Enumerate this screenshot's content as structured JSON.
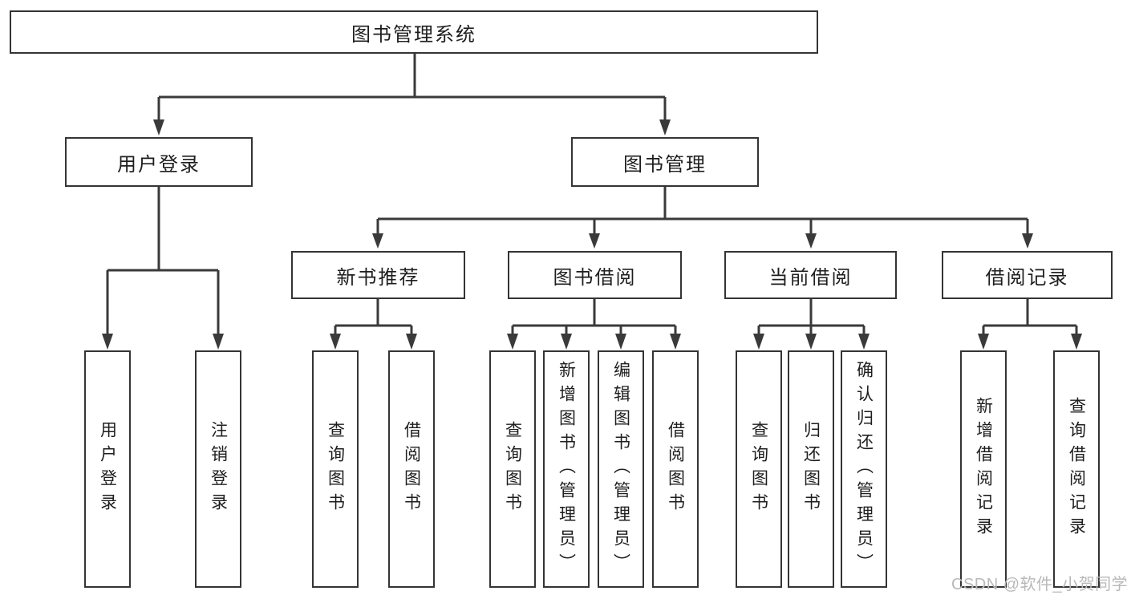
{
  "diagram": {
    "root": "图书管理系统",
    "level2": [
      {
        "label": "用户登录",
        "children": [
          "用户登录",
          "注销登录"
        ]
      },
      {
        "label": "图书管理",
        "modules": [
          {
            "label": "新书推荐",
            "children": [
              "查询图书",
              "借阅图书"
            ]
          },
          {
            "label": "图书借阅",
            "children": [
              "查询图书",
              "新增图书（管理员）",
              "编辑图书（管理员）",
              "借阅图书"
            ]
          },
          {
            "label": "当前借阅",
            "children": [
              "查询图书",
              "归还图书",
              "确认归还（管理员）"
            ]
          },
          {
            "label": "借阅记录",
            "children": [
              "新增借阅记录",
              "查询借阅记录"
            ]
          }
        ]
      }
    ],
    "watermark": "CSDN @软件_小贺同学",
    "colors": {
      "line": "#3a3a3a",
      "border": "#343434",
      "text": "#1e1e1e",
      "watermark": "#b9b9b9",
      "background": "#ffffff"
    }
  }
}
